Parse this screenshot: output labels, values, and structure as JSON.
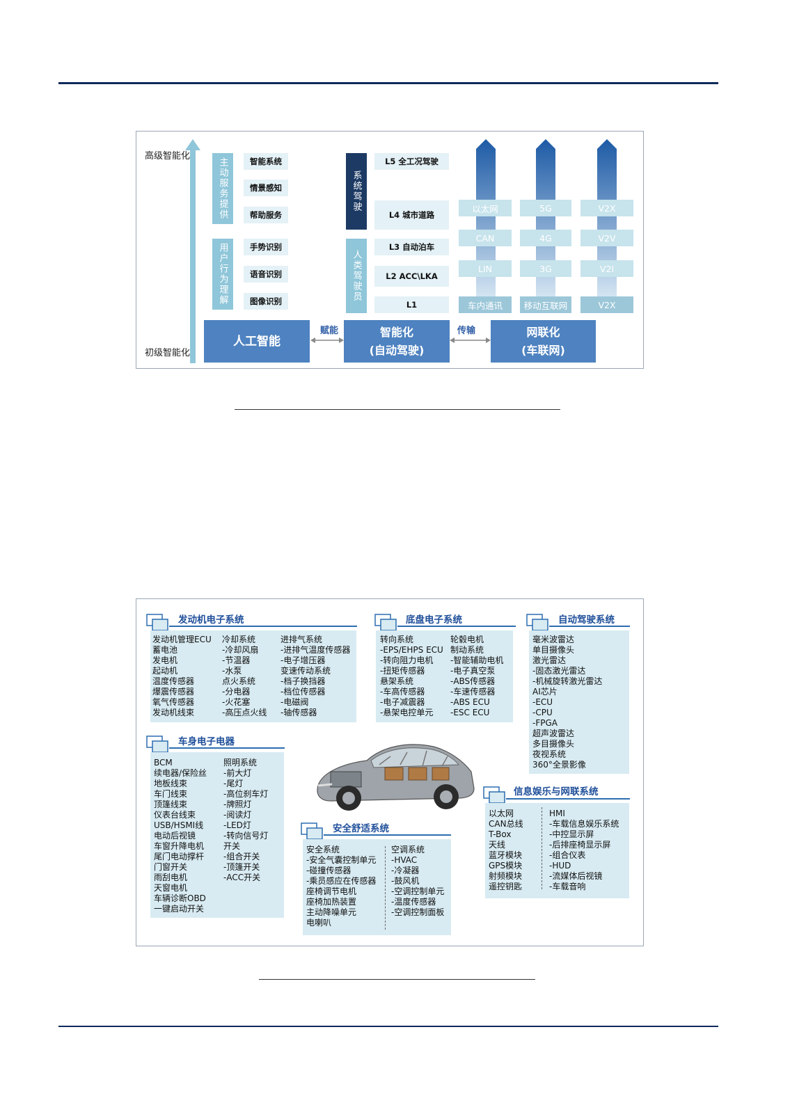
{
  "figure1": {
    "axis_high": "高级智能化",
    "axis_low": "初级智能化",
    "group_service": "主动服务提供",
    "service_items": [
      "智能系统",
      "情景感知",
      "帮助服务"
    ],
    "group_behavior": "用户行为理解",
    "behavior_items": [
      "手势识别",
      "语音识别",
      "图像识别"
    ],
    "group_system": "系统驾驶",
    "group_human": "人类驾驶员",
    "levels": [
      "L5 全工况驾驶",
      "L4 城市道路",
      "L3 自动泊车",
      "L2 ACC\\LKA",
      "L1"
    ],
    "col_invehicle": [
      "以太网",
      "CAN",
      "LIN"
    ],
    "col_mobile": [
      "5G",
      "4G",
      "3G"
    ],
    "col_v2x": [
      "V2X",
      "V2V",
      "V2I"
    ],
    "bottom_labels": [
      "车内通讯",
      "移动互联网",
      "V2X"
    ],
    "box_ai": "人工智能",
    "arrow_empower": "赋能",
    "box_intel_1": "智能化",
    "box_intel_2": "(自动驾驶)",
    "arrow_transmit": "传输",
    "box_net_1": "网联化",
    "box_net_2": "(车联网)"
  },
  "figure2": {
    "engine": {
      "title": "发动机电子系统",
      "col1": "发动机管理ECU\n蓄电池\n发电机\n起动机\n温度传感器\n爆震传感器\n氧气传感器\n发动机线束",
      "col2": "冷却系统\n-冷却风扇\n-节温器\n-水泵\n点火系统\n-分电器\n-火花塞\n-高压点火线",
      "col3": "进排气系统\n-进排气温度传感器\n-电子增压器\n变速传动系统\n-档子换挡器\n-档位传感器\n-电磁阀\n-轴传感器"
    },
    "chassis": {
      "title": "底盘电子系统",
      "col1": "转向系统\n-EPS/EHPS ECU\n-转向阻力电机\n-扭矩传感器\n悬架系统\n-车高传感器\n-电子减震器\n-悬架电控单元",
      "col2": "轮毂电机\n制动系统\n-智能辅助电机\n-电子真空泵\n-ABS传感器\n-车速传感器\n-ABS ECU\n-ESC ECU"
    },
    "adas": {
      "title": "自动驾驶系统",
      "col1": "毫米波雷达\n单目摄像头\n激光雷达\n-固态激光雷达\n-机械旋转激光雷达\nAI芯片\n-ECU\n-CPU\n-FPGA\n超声波雷达\n多目摄像头\n夜视系统\n360°全景影像"
    },
    "body": {
      "title": "车身电子电器",
      "col1": "BCM\n续电器/保险丝\n地板线束\n车门线束\n顶篷线束\n仪表台线束\nUSB/HSMI线\n电动后视镜\n车窗升降电机\n尾门电动撑杆\n门窗开关\n雨刮电机\n天窗电机\n车辆诊断OBD\n一键启动开关",
      "col2": "照明系统\n-前大灯\n-尾灯\n-高位刹车灯\n-牌照灯\n-阅读灯\n-LED灯\n-转向信号灯\n开关\n-组合开关\n-顶篷开关\n-ACC开关"
    },
    "comfort": {
      "title": "安全舒适系统",
      "col1": "安全系统\n-安全气囊控制单元\n-碰撞传感器\n-乘员感应在传感器\n座椅调节电机\n座椅加热装置\n主动降噪单元\n电喇叭",
      "col2": "空调系统\n-HVAC\n-冷凝器\n-鼓风机\n-空调控制单元\n-温度传感器\n-空调控制面板"
    },
    "infotainment": {
      "title": "信息娱乐与网联系统",
      "col1": "以太网\nCAN总线\nT-Box\n天线\n蓝牙模块\nGPS模块\n射频模块\n遥控钥匙",
      "col2": "HMI\n-车载信息娱乐系统\n-中控显示屏\n-后排座椅显示屏\n-组合仪表\n-HUD\n-流媒体后视镜\n-车载音响"
    }
  }
}
